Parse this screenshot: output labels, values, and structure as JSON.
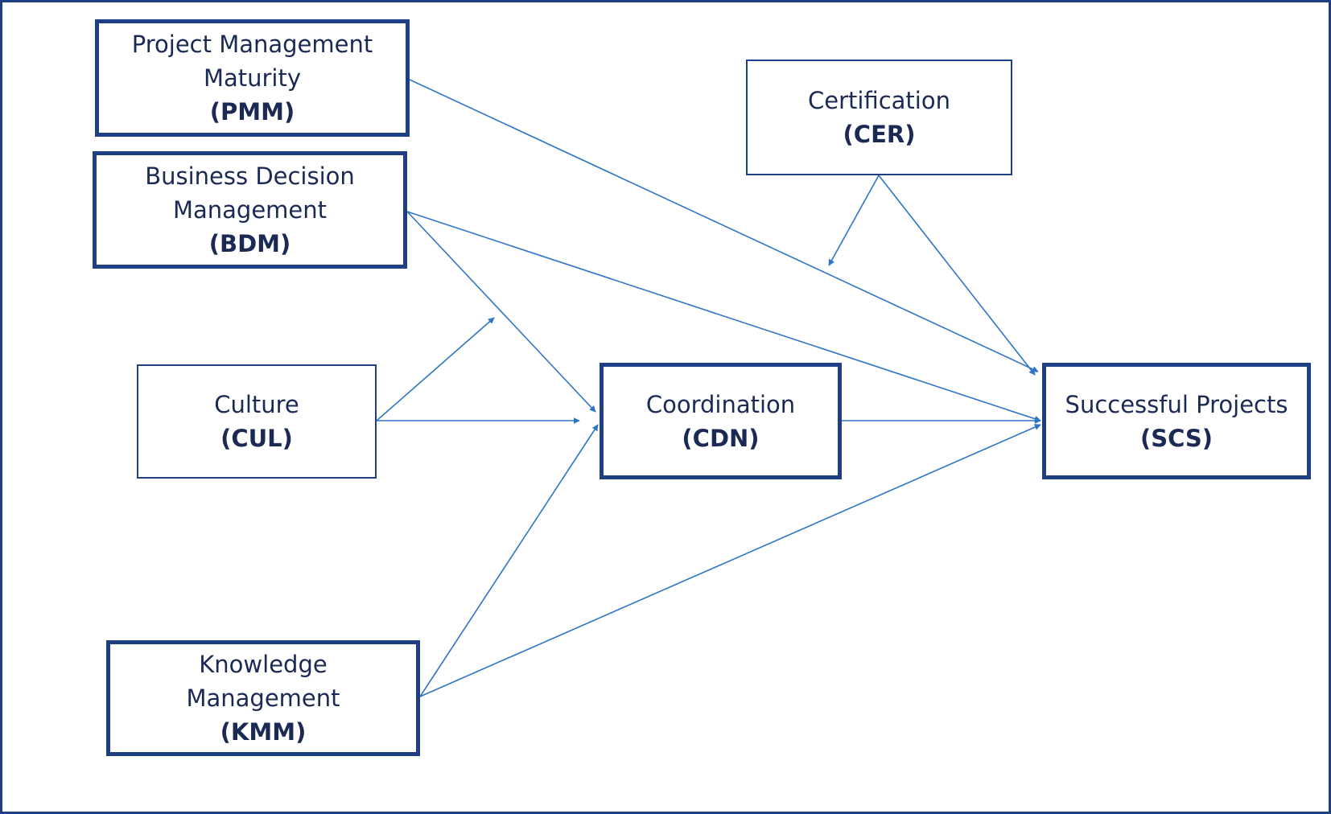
{
  "colors": {
    "frame": "#1f3f85",
    "box_border": "#1f3f85",
    "arrow": "#2e75c7",
    "text": "#1b2a55"
  },
  "nodes": {
    "pmm": {
      "lines": [
        "Project Management",
        "Maturity"
      ],
      "abbr": "(PMM)"
    },
    "bdm": {
      "lines": [
        "Business Decision",
        "Management"
      ],
      "abbr": "(BDM)"
    },
    "cul": {
      "lines": [
        "Culture"
      ],
      "abbr": "(CUL)"
    },
    "kmm": {
      "lines": [
        "Knowledge",
        "Management"
      ],
      "abbr": "(KMM)"
    },
    "cdn": {
      "lines": [
        "Coordination"
      ],
      "abbr": "(CDN)"
    },
    "cer": {
      "lines": [
        "Certification"
      ],
      "abbr": "(CER)"
    },
    "scs": {
      "lines": [
        "Successful Projects"
      ],
      "abbr": "(SCS)"
    }
  },
  "edges": [
    {
      "from": "pmm",
      "to": "scs"
    },
    {
      "from": "bdm",
      "to": "scs"
    },
    {
      "from": "bdm",
      "to": "cdn"
    },
    {
      "from": "cul",
      "to": "cdn"
    },
    {
      "from": "cul",
      "to": "bdm-cdn",
      "kind": "moderation"
    },
    {
      "from": "kmm",
      "to": "cdn"
    },
    {
      "from": "kmm",
      "to": "scs"
    },
    {
      "from": "cdn",
      "to": "scs"
    },
    {
      "from": "cer",
      "to": "scs"
    },
    {
      "from": "cer",
      "to": "pmm-scs",
      "kind": "moderation"
    }
  ]
}
